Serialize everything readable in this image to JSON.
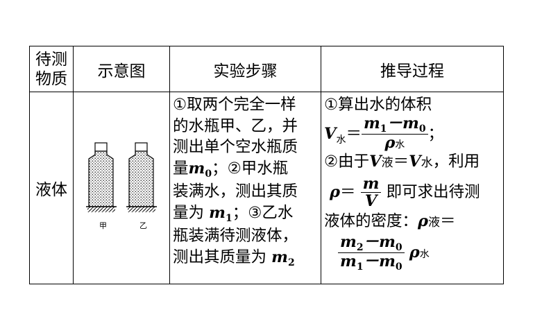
{
  "table": {
    "headers": [
      "待测物质",
      "示意图",
      "实验步骤",
      "推导过程"
    ],
    "substance": "液体",
    "diagram": {
      "label_a": "甲",
      "label_b": "乙"
    },
    "steps": {
      "l1": "①取两个完全一样",
      "l2": "的水瓶甲、乙，并",
      "l3": "测出单个空水瓶质",
      "l4_pre": "量",
      "l4_post": "；②甲水瓶",
      "l5": "装满水，测出其质",
      "l6_pre": "量为 ",
      "l6_post": "；③乙水",
      "l7": "瓶装满待测液体，",
      "l8_pre": "测出其质量为 "
    },
    "derivation": {
      "l1": "①算出水的体积",
      "water": "水",
      "liquid": "液",
      "eq": "＝",
      "semi": "；",
      "l3_pre": "②由于",
      "l3_post": "，利用",
      "l4_post": "即可求出待测",
      "l5": "液体的密度："
    }
  }
}
